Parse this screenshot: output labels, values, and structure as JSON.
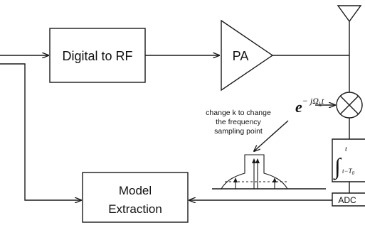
{
  "blocks": {
    "digital_to_rf": "Digital to RF",
    "pa": "PA",
    "model_extraction_line1": "Model",
    "model_extraction_line2": "Extraction",
    "adc": "ADC"
  },
  "equation": {
    "base": "e",
    "exponent": "− jΩ",
    "subscript": "k",
    "exponent_tail": "t"
  },
  "integrator": {
    "upper_limit": "t",
    "lower_limit_prefix": "t−T",
    "lower_limit_subscript": "0"
  },
  "annotation": {
    "line1": "change k to change",
    "line2": "the frequency",
    "line3": "sampling point"
  }
}
